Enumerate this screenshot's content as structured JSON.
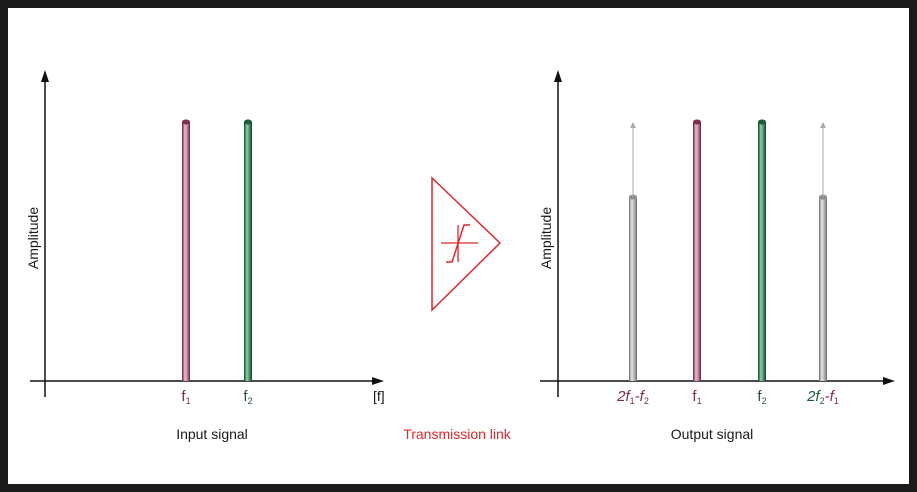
{
  "colors": {
    "f1": "#7b2d52",
    "f2": "#1f5a3a",
    "link": "#e0262b",
    "gray": "#8e8e8e",
    "axis": "#111111"
  },
  "input_panel": {
    "y_axis_label": "Amplitude",
    "x_axis_unit": "[f]",
    "caption": "Input signal",
    "lines": [
      {
        "id": "f1",
        "base": "f",
        "sub": "1",
        "amplitude": 1.0,
        "color_key": "f1"
      },
      {
        "id": "f2",
        "base": "f",
        "sub": "2",
        "amplitude": 1.0,
        "color_key": "f2"
      }
    ]
  },
  "link": {
    "caption": "Transmission link",
    "icon": "nonlinear-amplifier-icon"
  },
  "output_panel": {
    "y_axis_label": "Amplitude",
    "caption": "Output signal",
    "lines": [
      {
        "id": "imd-low",
        "label_parts": [
          {
            "t": "2f",
            "c": "f1",
            "italic": true
          },
          {
            "t": "1",
            "c": "f1",
            "sub": true
          },
          {
            "t": "-f",
            "c": "f1",
            "italic": true
          },
          {
            "t": "2",
            "c": "f1",
            "sub": true
          }
        ],
        "amplitude": 0.71,
        "arrow_level": 1.0,
        "color_key": "gray"
      },
      {
        "id": "f1",
        "label_parts": [
          {
            "t": "f",
            "c": "f1"
          },
          {
            "t": "1",
            "c": "f1",
            "sub": true
          }
        ],
        "amplitude": 1.0,
        "color_key": "f1"
      },
      {
        "id": "f2",
        "label_parts": [
          {
            "t": "f",
            "c": "f2"
          },
          {
            "t": "2",
            "c": "f2",
            "sub": true
          }
        ],
        "amplitude": 1.0,
        "color_key": "f2"
      },
      {
        "id": "imd-high",
        "label_parts": [
          {
            "t": "2f",
            "c": "f2",
            "italic": true
          },
          {
            "t": "2",
            "c": "f2",
            "sub": true
          },
          {
            "t": "-f",
            "c": "f1",
            "italic": true
          },
          {
            "t": "1",
            "c": "f1",
            "sub": true
          }
        ],
        "amplitude": 0.71,
        "arrow_level": 1.0,
        "color_key": "gray"
      }
    ]
  }
}
